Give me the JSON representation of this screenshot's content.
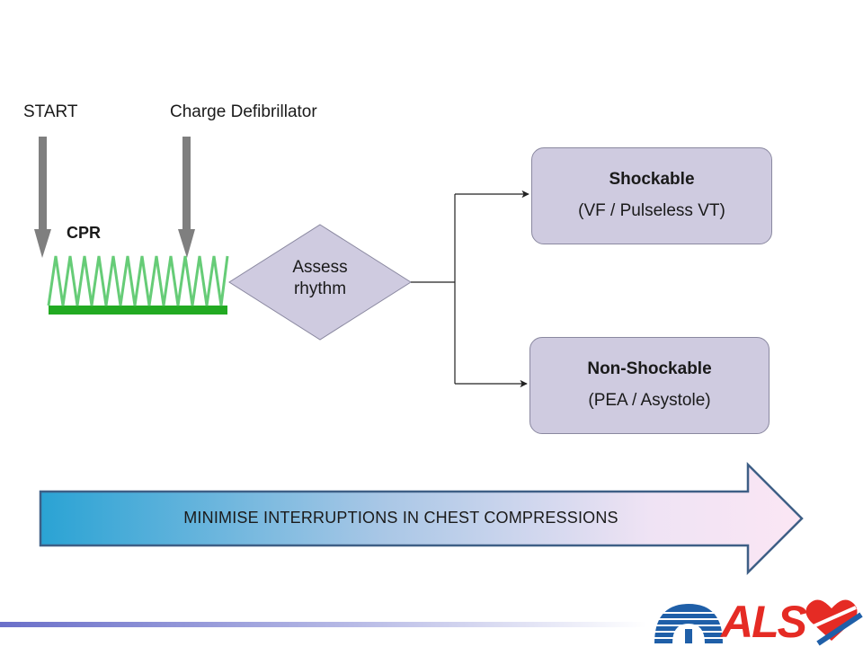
{
  "labels": {
    "start": "START",
    "charge": "Charge Defibrillator",
    "cpr": "CPR"
  },
  "decision": {
    "line1": "Assess",
    "line2": "rhythm"
  },
  "outcomes": [
    {
      "title": "Shockable",
      "subtitle": "(VF / Pulseless VT)"
    },
    {
      "title": "Non-Shockable",
      "subtitle": "(PEA / Asystole)"
    }
  ],
  "banner": {
    "text": "MINIMISE INTERRUPTIONS IN CHEST COMPRESSIONS"
  },
  "logo": {
    "text": "ALS"
  },
  "colors": {
    "box_fill": "#cfcbe0",
    "cpr_wave": "#66cc77",
    "cpr_bar": "#22aa22",
    "arrow_grey": "#7f7f7f",
    "logo_red": "#e52b24",
    "logo_blue": "#1f5fa8",
    "banner_start": "#2aa3d4",
    "banner_end": "#fbe6f4"
  }
}
